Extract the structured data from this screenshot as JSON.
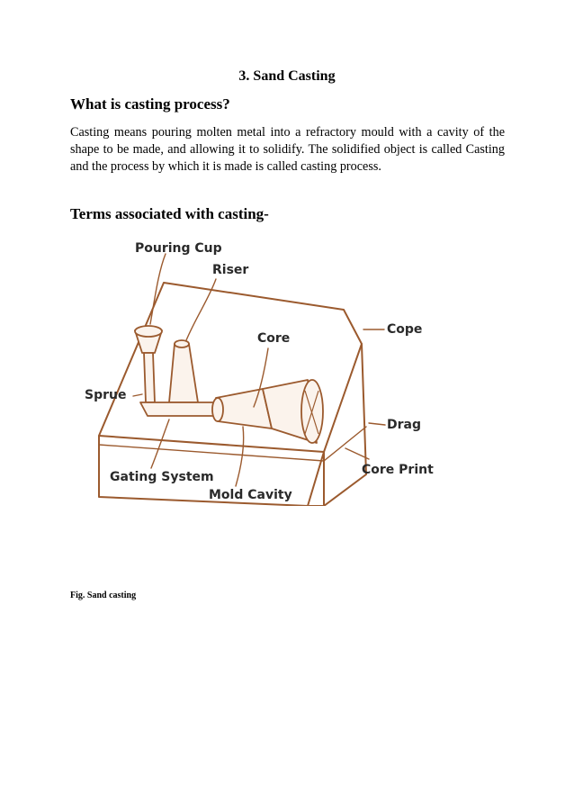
{
  "heading": "3. Sand Casting",
  "question_heading": "What is casting process?",
  "paragraph": "Casting means pouring molten metal into a refractory mould with a cavity of the shape to be made, and allowing it to solidify. The solidified object is called Casting and the process by which it is made is called casting process.",
  "terms_heading": "Terms associated with casting-",
  "figure": {
    "labels": {
      "pouring_cup": "Pouring Cup",
      "riser": "Riser",
      "core": "Core",
      "cope": "Cope",
      "sprue": "Sprue",
      "drag": "Drag",
      "core_print": "Core Print",
      "gating_system": "Gating System",
      "mold_cavity": "Mold Cavity"
    },
    "line_color": "#9b5a2e"
  },
  "caption": "Fig. Sand casting"
}
